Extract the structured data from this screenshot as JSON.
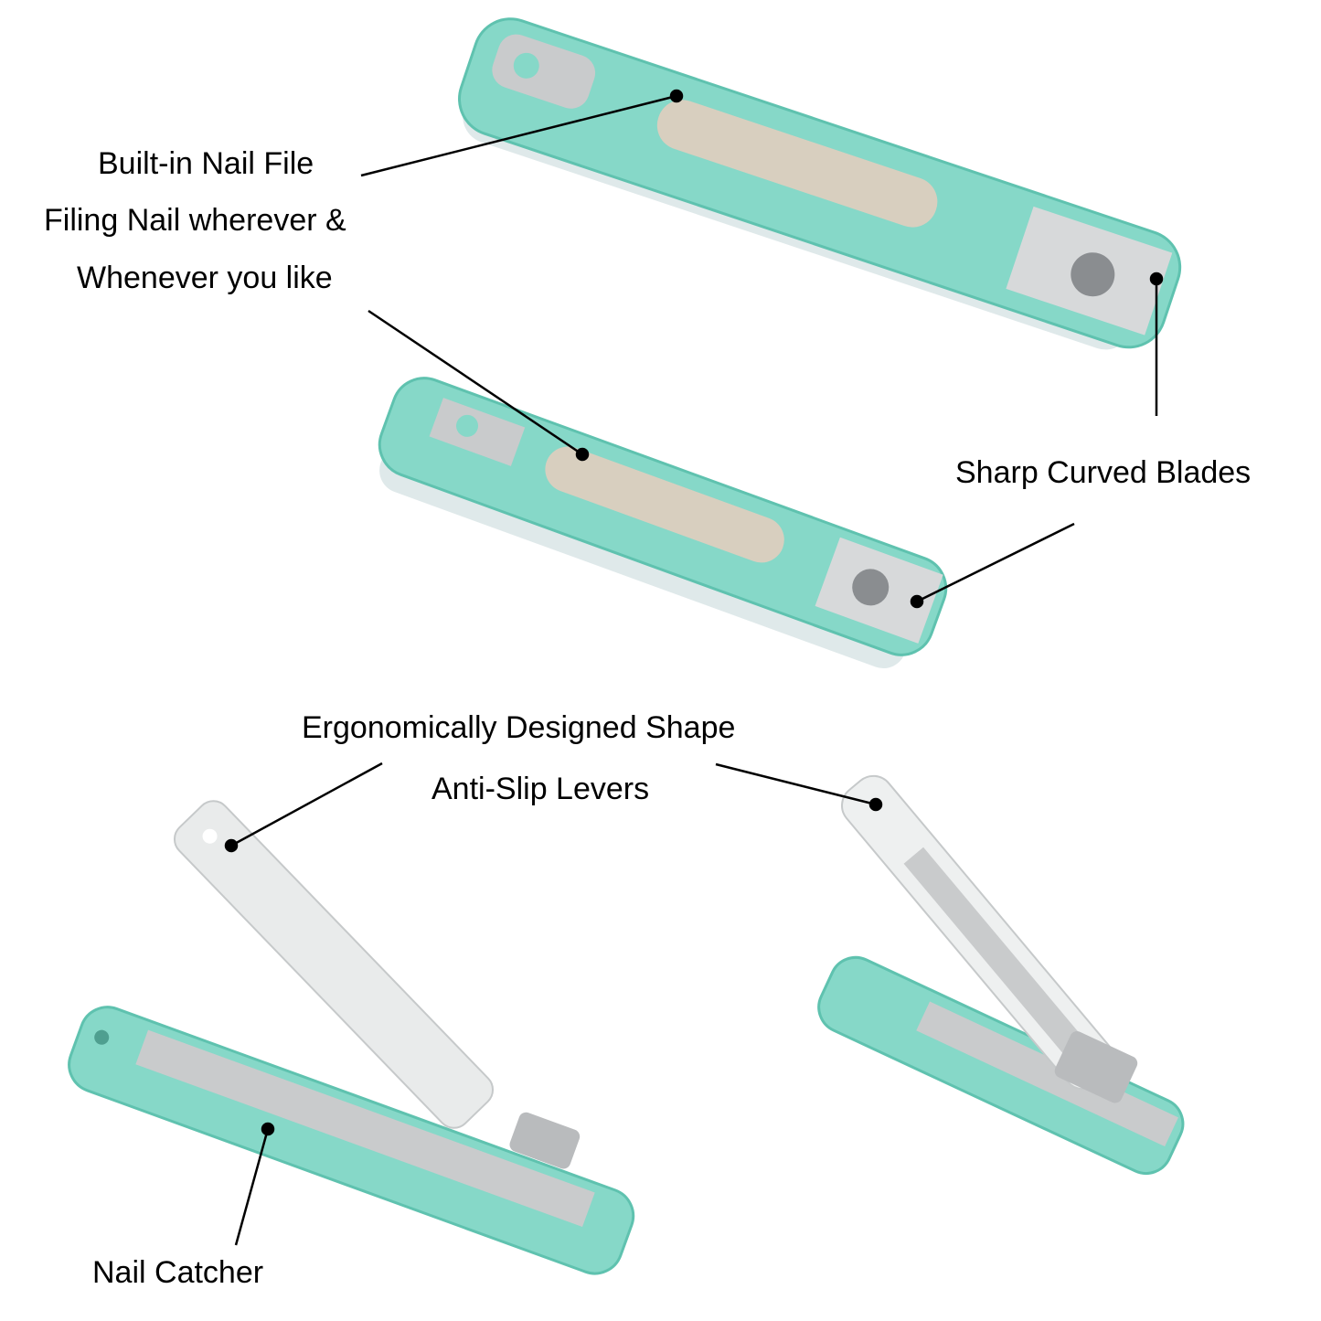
{
  "labels": {
    "nail_file": "Built-in Nail File",
    "filing_line1": "Filing Nail wherever &",
    "filing_line2": "Whenever you like",
    "blades": "Sharp Curved Blades",
    "ergonomic": "Ergonomically Designed Shape",
    "anti_slip": "Anti-Slip Levers",
    "catcher": "Nail Catcher"
  },
  "colors": {
    "teal": "#86d8c8",
    "teal_dark": "#5fc2af",
    "lever_white": "#e9ebeb",
    "steel": "#c9cbcc",
    "file": "#d8cfbf"
  }
}
